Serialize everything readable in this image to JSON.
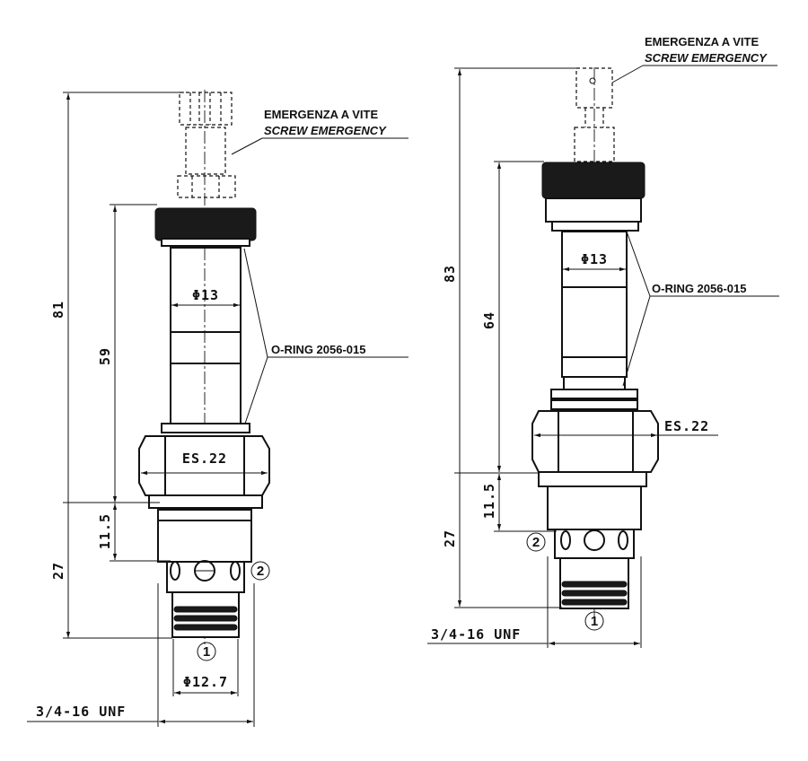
{
  "left_view": {
    "screw_emergency_it": "EMERGENZA A VITE",
    "screw_emergency_en": "SCREW EMERGENCY",
    "oring": "O-RING 2056-015",
    "dia_stem": "Φ13",
    "hex": "ES.22",
    "dia_bottom": "Φ12.7",
    "thread": "3/4-16 UNF",
    "dim_total": "81",
    "dim_stem": "59",
    "dim_port": "11.5",
    "dim_body": "27",
    "port1": "1",
    "port2": "2"
  },
  "right_view": {
    "screw_emergency_it": "EMERGENZA A VITE",
    "screw_emergency_en": "SCREW EMERGENCY",
    "oring": "O-RING 2056-015",
    "dia_stem": "Φ13",
    "hex": "ES.22",
    "thread": "3/4-16 UNF",
    "dim_total": "83",
    "dim_stem": "64",
    "dim_port": "11.5",
    "dim_body": "27",
    "port1": "1",
    "port2": "2"
  }
}
